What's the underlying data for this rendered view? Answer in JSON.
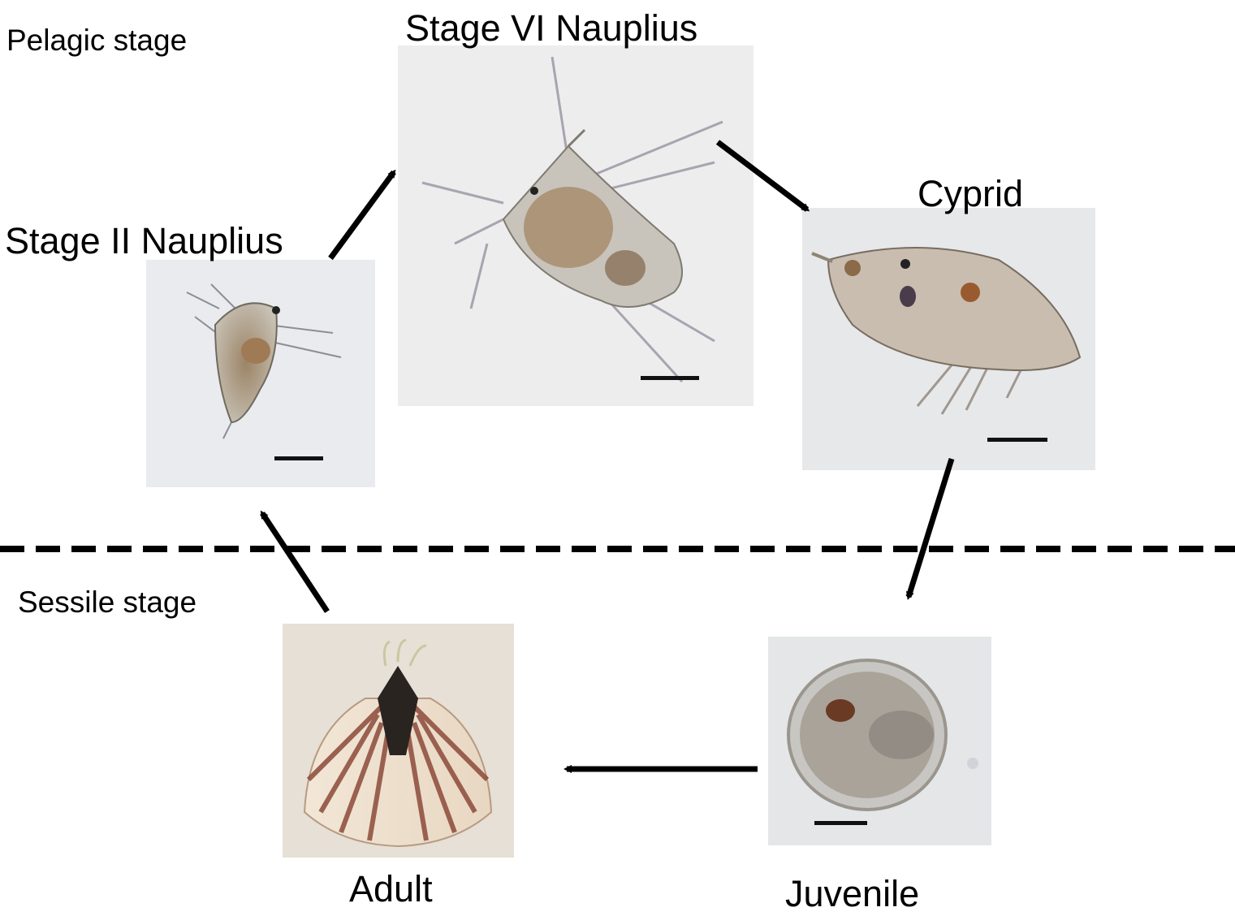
{
  "zones": {
    "pelagic": "Pelagic stage",
    "sessile": "Sessile stage"
  },
  "stages": [
    {
      "id": "stage-ii-nauplius",
      "label": "Stage II Nauplius"
    },
    {
      "id": "stage-vi-nauplius",
      "label": "Stage VI Nauplius"
    },
    {
      "id": "cyprid",
      "label": "Cyprid"
    },
    {
      "id": "juvenile",
      "label": "Juvenile"
    },
    {
      "id": "adult",
      "label": "Adult"
    }
  ],
  "cycle_order": [
    "Stage II Nauplius",
    "Stage VI Nauplius",
    "Cyprid",
    "Juvenile",
    "Adult",
    "Stage II Nauplius"
  ]
}
